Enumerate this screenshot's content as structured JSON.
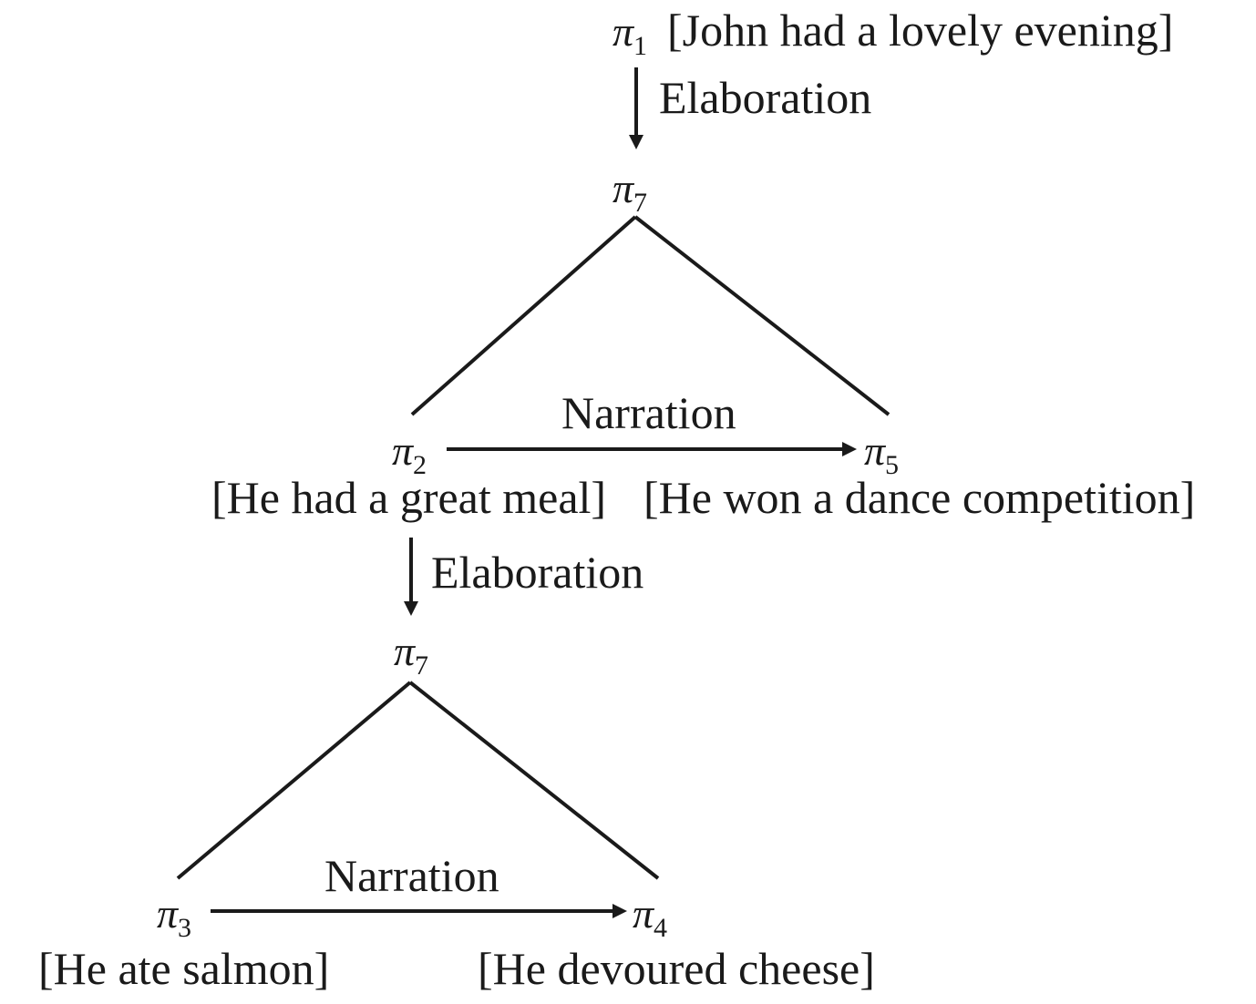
{
  "nodes": {
    "pi1": {
      "symbol": "π",
      "index": "1"
    },
    "pi7_top": {
      "symbol": "π",
      "index": "7"
    },
    "pi2": {
      "symbol": "π",
      "index": "2"
    },
    "pi5": {
      "symbol": "π",
      "index": "5"
    },
    "pi7_mid": {
      "symbol": "π",
      "index": "7"
    },
    "pi3": {
      "symbol": "π",
      "index": "3"
    },
    "pi4": {
      "symbol": "π",
      "index": "4"
    }
  },
  "clauses": {
    "pi1": "[John had a lovely evening]",
    "pi2": "[He had a great meal]",
    "pi5": "[He won a dance competition]",
    "pi3": "[He ate salmon]",
    "pi4": "[He devoured cheese]"
  },
  "relations": {
    "top_elaboration": "Elaboration",
    "upper_narration": "Narration",
    "mid_elaboration": "Elaboration",
    "lower_narration": "Narration"
  },
  "colors": {
    "ink": "#1a1a1a",
    "background": "#ffffff"
  }
}
